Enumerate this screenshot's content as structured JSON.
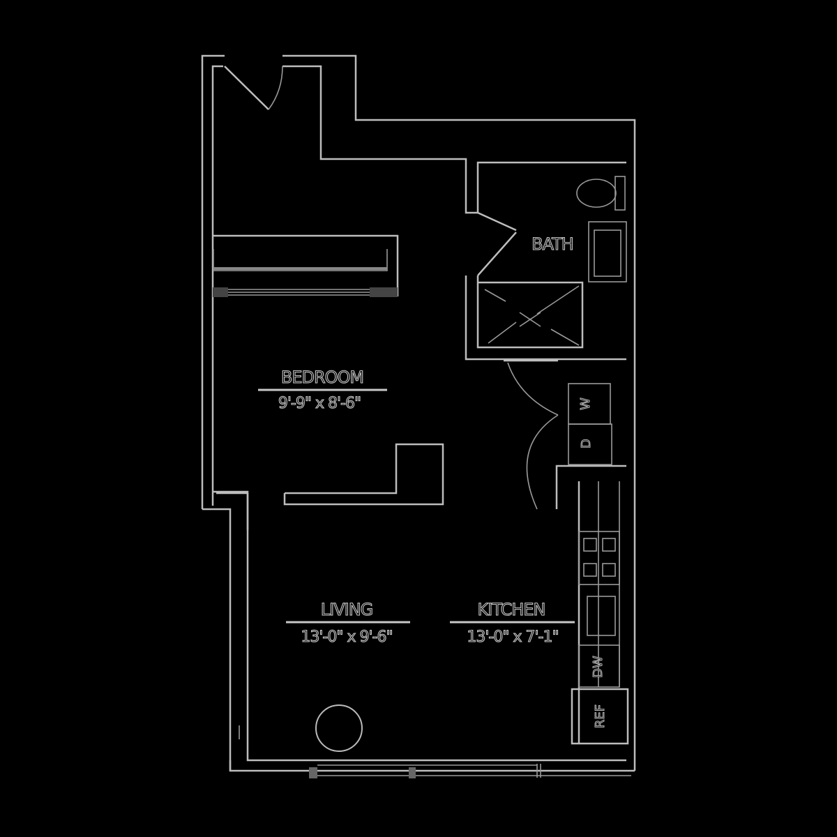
{
  "plan": {
    "background": "#000000",
    "line_color": "#bdbdbd",
    "rooms": [
      {
        "name": "BEDROOM",
        "dimensions": "9'-9\" x 8'-6\""
      },
      {
        "name": "LIVING",
        "dimensions": "13'-0\" x 9'-6\""
      },
      {
        "name": "KITCHEN",
        "dimensions": "13'-0\" x 7'-1\""
      },
      {
        "name": "BATH"
      }
    ],
    "fixtures": {
      "washer": "W",
      "dryer": "D",
      "dishwasher": "DW",
      "refrigerator": "REF"
    }
  }
}
